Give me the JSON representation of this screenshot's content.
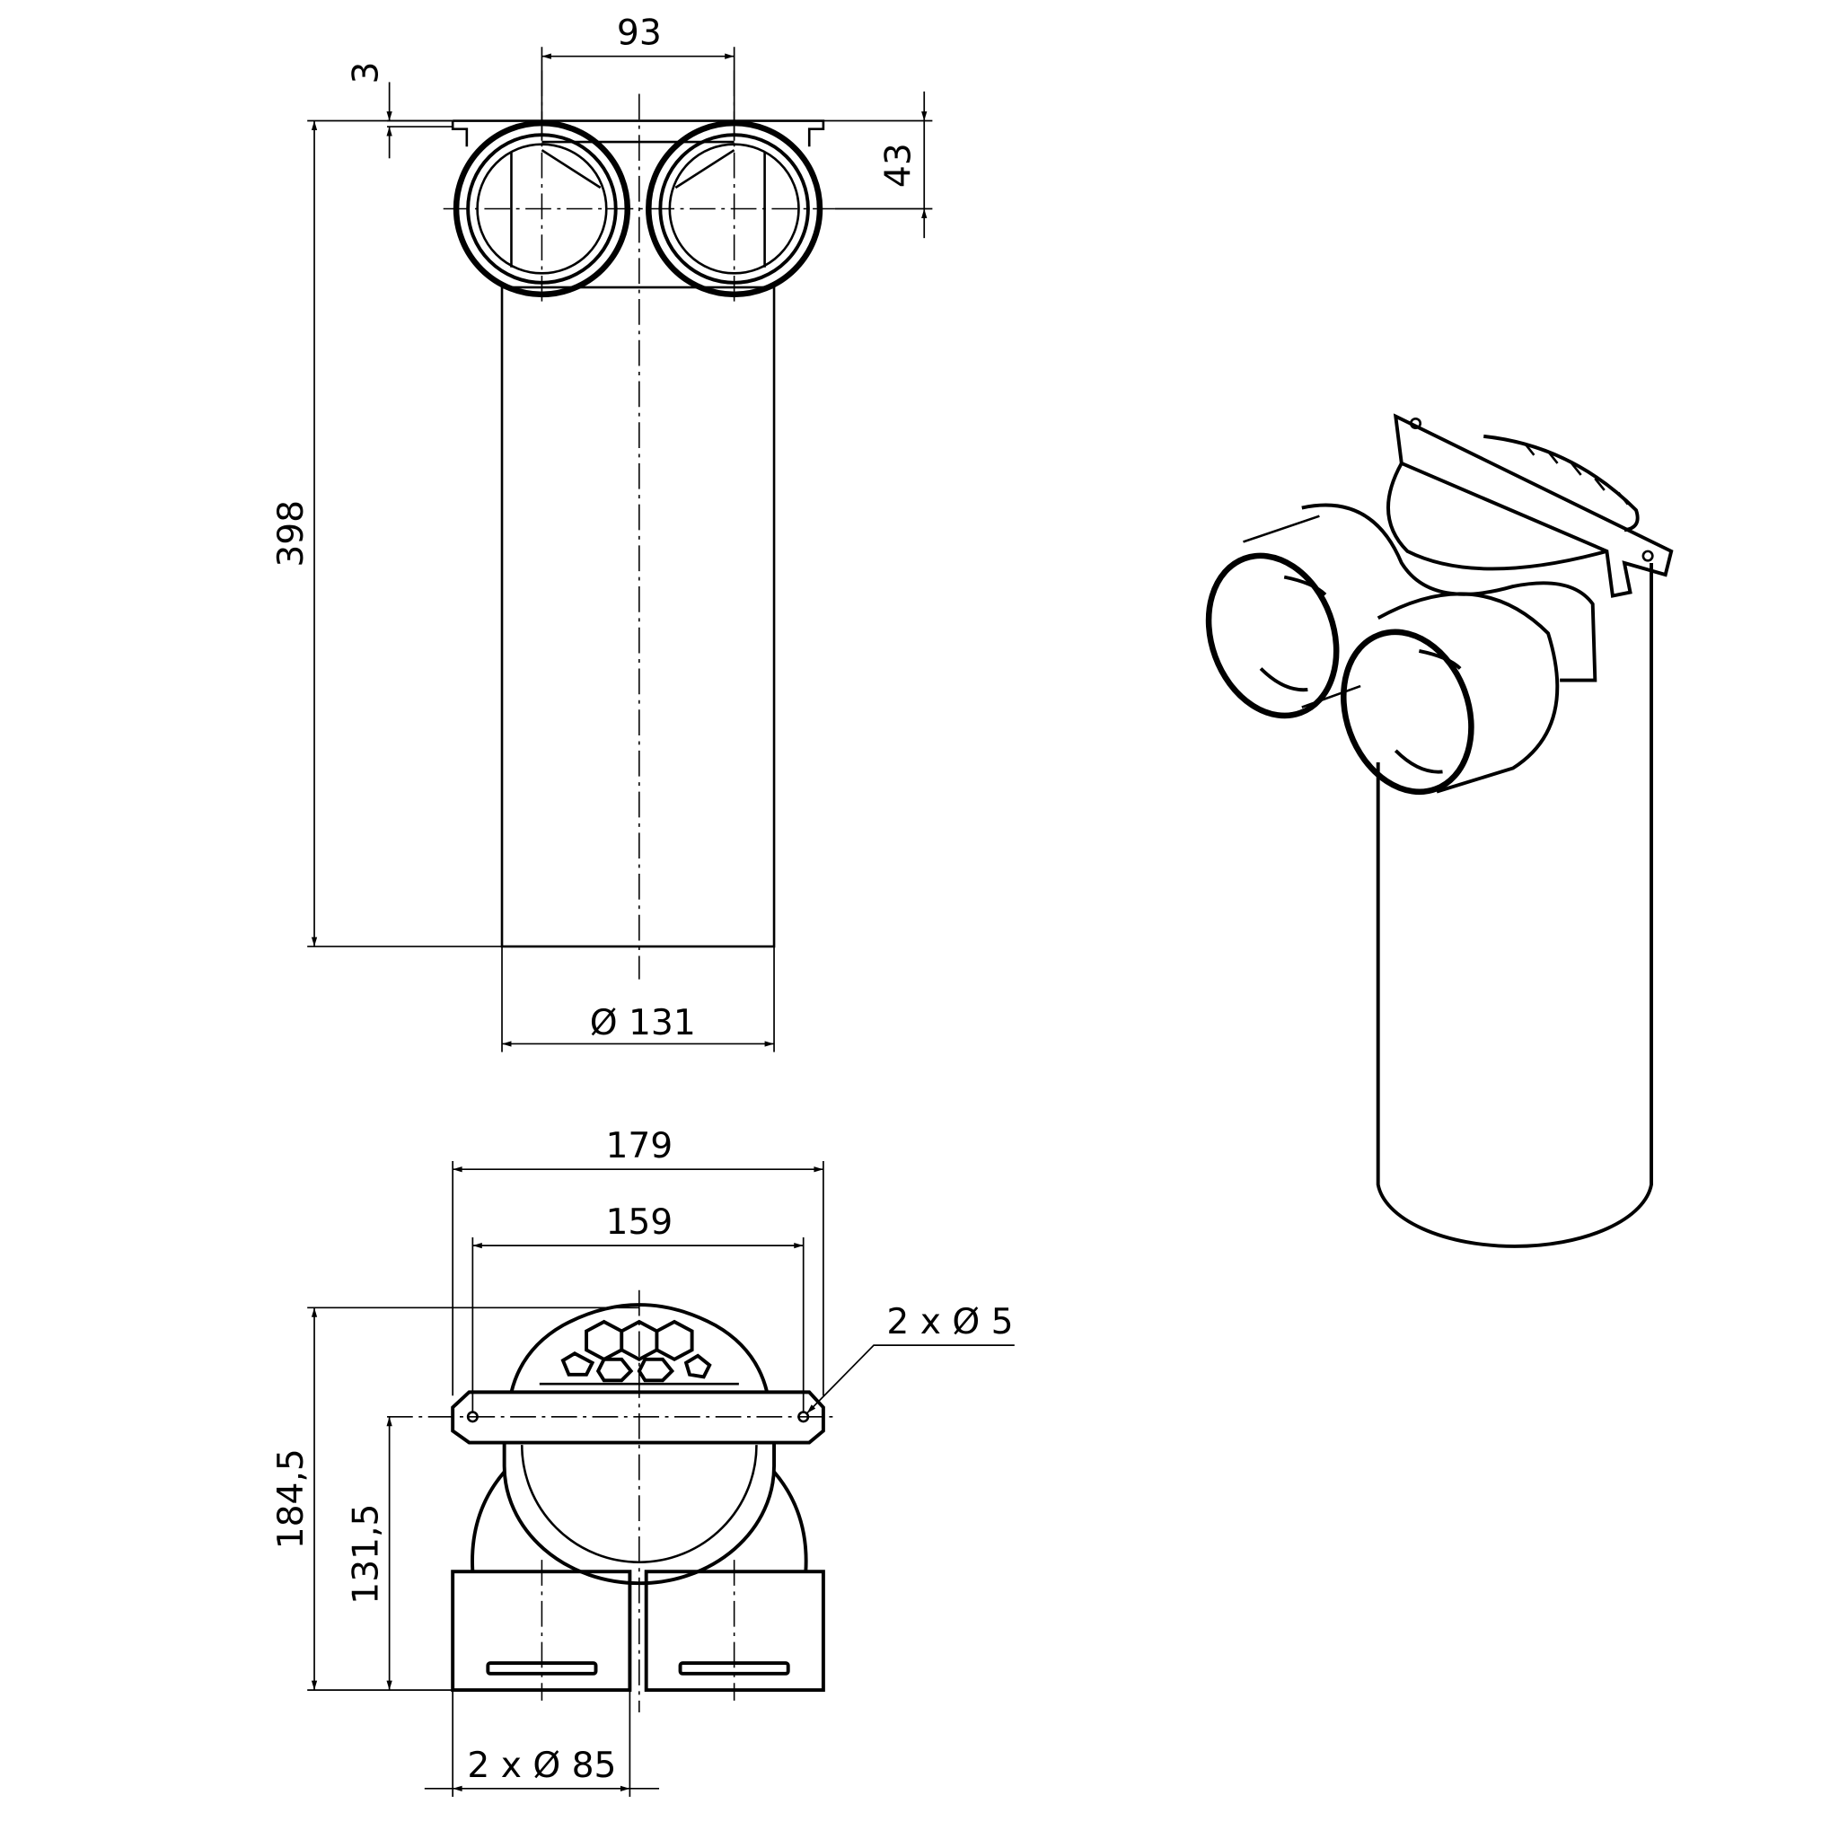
{
  "drawing": {
    "front_view": {
      "dim_pitch": "93",
      "dim_flange": "3",
      "dim_axis_height": "43",
      "dim_length": "398",
      "dim_diameter": "Ø 131"
    },
    "top_view": {
      "dim_width_outer": "179",
      "dim_width_holes": "159",
      "dim_height_total": "184,5",
      "dim_height_plate": "131,5",
      "dim_holes": "2 x Ø 5",
      "dim_outlets": "2 x Ø 85"
    }
  }
}
